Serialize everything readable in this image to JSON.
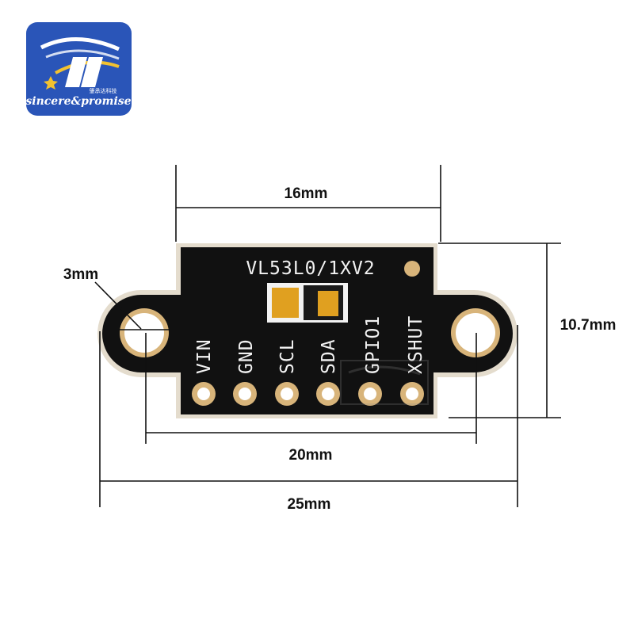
{
  "logo": {
    "brand": "sincere&promise",
    "brand_cn": "肇承达科技",
    "bg_color": "#2a55b8",
    "accent_color": "#f2c230"
  },
  "board": {
    "model": "VL53L0/1XV2",
    "pins": [
      "VIN",
      "GND",
      "SCL",
      "SDA",
      "GPIO1",
      "XSHUT"
    ],
    "pcb_color": "#111111",
    "pad_color": "#d8b47a",
    "sensor_color": "#e0a020"
  },
  "dimensions": {
    "width_inner": "16mm",
    "height": "10.7mm",
    "hole": "3mm",
    "hole_spacing": "20mm",
    "width_total": "25mm"
  }
}
